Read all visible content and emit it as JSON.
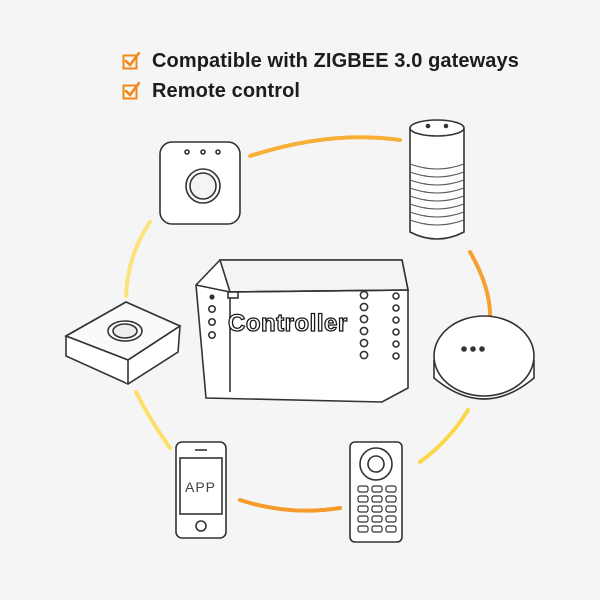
{
  "features": [
    {
      "label": "Compatible with ZIGBEE 3.0 gateways",
      "icon": "checkbox-checked-icon"
    },
    {
      "label": "Remote control",
      "icon": "checkbox-checked-icon"
    }
  ],
  "controller": {
    "label": "Controller"
  },
  "phone": {
    "label": "APP"
  },
  "colors": {
    "check_orange": "#f0891c",
    "ring_orange": "#f59a2b",
    "ring_yellow": "#fde76a",
    "outline": "#3a3a3a"
  }
}
